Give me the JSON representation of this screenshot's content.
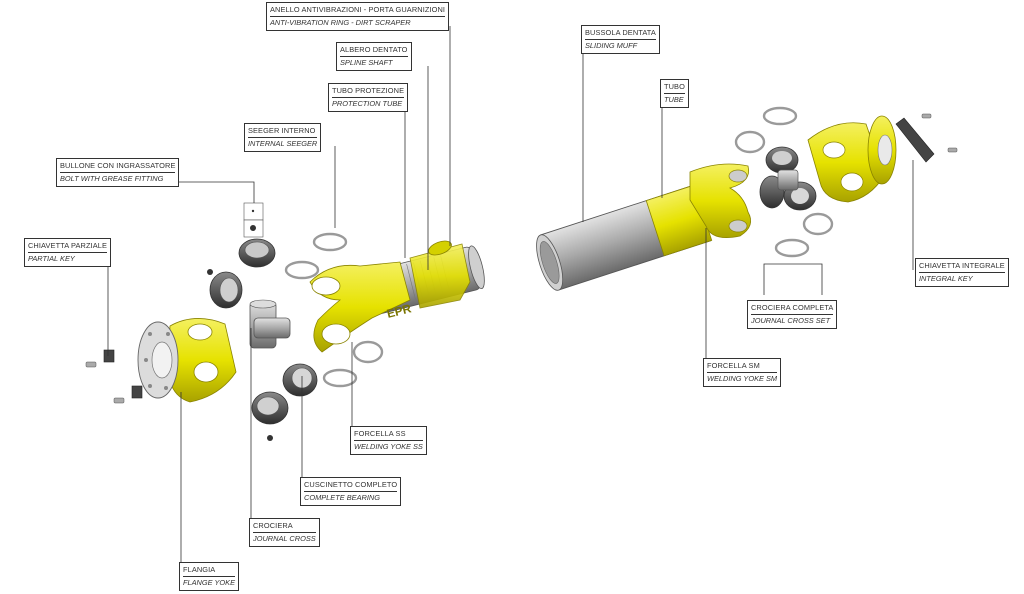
{
  "diagram": {
    "colors": {
      "yellow": "#e6e200",
      "yellow_dark": "#b8b200",
      "steel": "#b9b9b9",
      "steel_dark": "#6e6e6e",
      "line": "#333333"
    },
    "brand_mark": "EPR",
    "callouts": [
      {
        "it": "ANELLO ANTIVIBRAZIONI - PORTA GUARNIZIONI",
        "en": "ANTI-VIBRATION RING - DIRT SCRAPER"
      },
      {
        "it": "ALBERO DENTATO",
        "en": "SPLINE SHAFT"
      },
      {
        "it": "TUBO PROTEZIONE",
        "en": "PROTECTION TUBE"
      },
      {
        "it": "SEEGER INTERNO",
        "en": "INTERNAL SEEGER"
      },
      {
        "it": "BULLONE CON INGRASSATORE",
        "en": "BOLT WITH GREASE FITTING"
      },
      {
        "it": "CHIAVETTA PARZIALE",
        "en": "PARTIAL KEY"
      },
      {
        "it": "FORCELLA SS",
        "en": "WELDING YOKE SS"
      },
      {
        "it": "CUSCINETTO COMPLETO",
        "en": "COMPLETE BEARING"
      },
      {
        "it": "CROCIERA",
        "en": "JOURNAL CROSS"
      },
      {
        "it": "FLANGIA",
        "en": "FLANGE YOKE"
      },
      {
        "it": "BUSSOLA DENTATA",
        "en": "SLIDING MUFF"
      },
      {
        "it": "TUBO",
        "en": "TUBE"
      },
      {
        "it": "FORCELLA SM",
        "en": "WELDING YOKE SM"
      },
      {
        "it": "CROCIERA COMPLETA",
        "en": "JOURNAL CROSS SET"
      },
      {
        "it": "CHIAVETTA INTEGRALE",
        "en": "INTEGRAL KEY"
      }
    ]
  }
}
